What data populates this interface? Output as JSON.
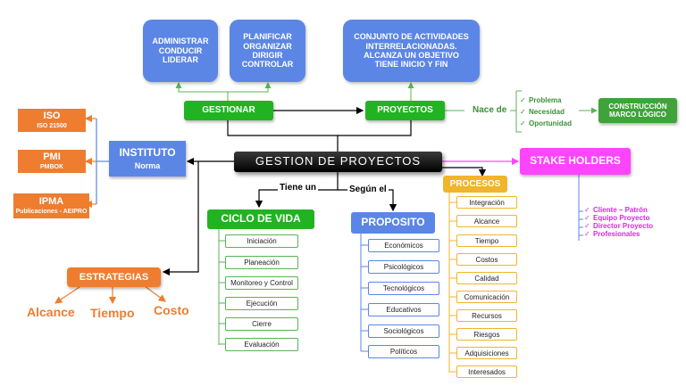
{
  "central": "GESTION DE PROYECTOS",
  "gestionar": "GESTIONAR",
  "proyectos": "PROYECTOS",
  "card_administrar": [
    "ADMINISTRAR",
    "CONDUCIR",
    "LIDERAR"
  ],
  "card_planificar": [
    "PLANIFICAR",
    "ORGANIZAR",
    "DIRIGIR",
    "CONTROLAR"
  ],
  "card_conjunto": [
    "CONJUNTO DE ACTIVIDADES",
    "INTERRELACIONADAS.",
    "ALCANZA UN OBJETIVO",
    "TIENE INICIO Y FIN"
  ],
  "nace_de": "Nace de",
  "nace_items": [
    "Problema",
    "Necesidad",
    "Oportunidad"
  ],
  "construccion": [
    "CONSTRUCCIÓN",
    "MARCO LÓGICO"
  ],
  "instituto": {
    "title": "INSTITUTO",
    "subtitle": "Norma"
  },
  "iso": {
    "title": "ISO",
    "sub": "ISO 21500"
  },
  "pmi": {
    "title": "PMI",
    "sub": "PMBOK"
  },
  "ipma": {
    "title": "IPMA",
    "sub": "Publicaciones - AEIPRO"
  },
  "stake": {
    "title": "STAKE HOLDERS",
    "items": [
      "Cliente – Patrón",
      "Equipo Proyecto",
      "Director Proyecto",
      "Profesionales"
    ]
  },
  "tiene_un": "Tiene un",
  "segun_el": "Según el",
  "ciclo": {
    "title": "CICLO DE VIDA",
    "items": [
      "Iniciación",
      "Planeación",
      "Monitoreo y Control",
      "Ejecución",
      "Cierre",
      "Evaluación"
    ]
  },
  "proposito": {
    "title": "PROPOSITO",
    "items": [
      "Económicos",
      "Psicológicos",
      "Tecnológicos",
      "Educativos",
      "Sociológicos",
      "Políticos"
    ]
  },
  "procesos": {
    "title": "PROCESOS",
    "items": [
      "Integración",
      "Alcance",
      "Tiempo",
      "Costos",
      "Calidad",
      "Comunicación",
      "Recursos",
      "Riesgos",
      "Adquisiciones",
      "Interesados"
    ]
  },
  "estrategias": {
    "title": "ESTRATEGIAS",
    "items": [
      "Alcance",
      "Tiempo",
      "Costo"
    ]
  },
  "colors": {
    "blue": "#5b86e5",
    "green": "#22b322",
    "orange": "#ee7d30",
    "magenta": "#ff44ff",
    "gold": "#f0b52a",
    "dark": "#000000"
  }
}
